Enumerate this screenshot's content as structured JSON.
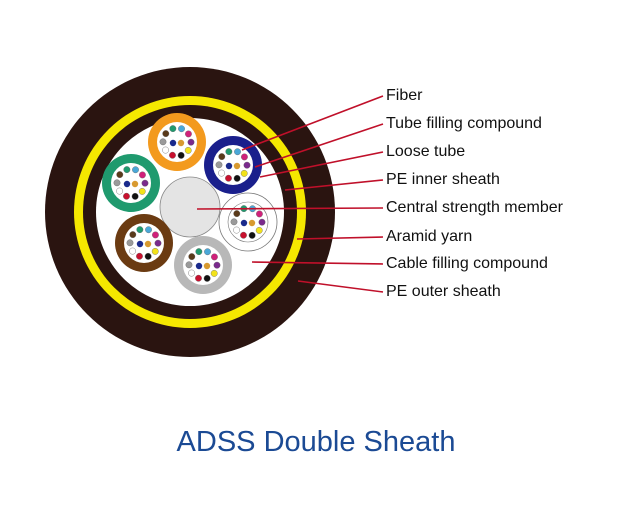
{
  "title": "ADSS Double Sheath",
  "labels": [
    "Fiber",
    "Tube filling compound",
    "Loose tube",
    "PE inner sheath",
    "Central strength member",
    "Aramid yarn",
    "Cable filling compound",
    "PE outer sheath"
  ],
  "colors": {
    "sheath": "#2a1410",
    "aramid": "#f5e800",
    "leader": "#c0102a",
    "title": "#1b4a94",
    "tubes": [
      "#f39a1e",
      "#1a1f8c",
      "#1f9a6e",
      "#ffffff",
      "#6b3b12",
      "#b8b8b8"
    ],
    "fibers": [
      "#1f9a6e",
      "#4aa8d8",
      "#d0217a",
      "#7a2a8c",
      "#f2e21a",
      "#111111",
      "#c8102e",
      "#ffffff",
      "#9a9a9a",
      "#5a3a1a",
      "#d89a30",
      "#1a2a8c"
    ]
  }
}
